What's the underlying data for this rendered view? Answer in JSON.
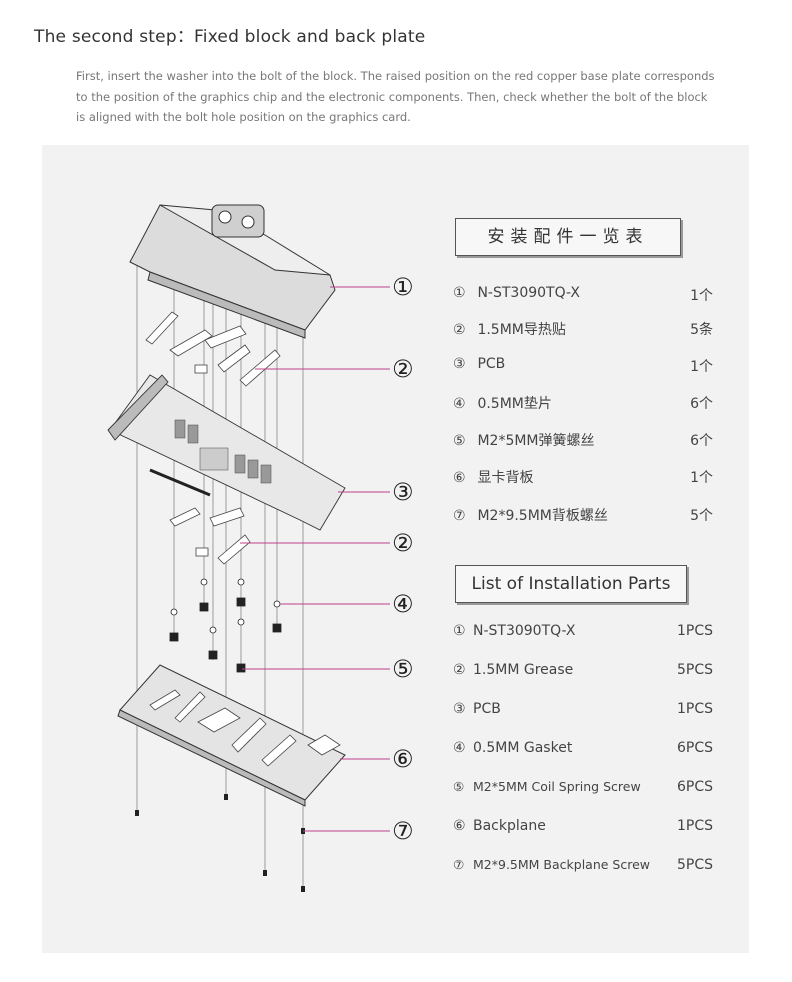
{
  "title": "The second step：Fixed block and back plate",
  "intro": "First, insert the washer into the bolt of the block. The raised position on the red copper base plate corresponds to the position of the graphics chip and the electronic components. Then, check whether the bolt of the block is aligned with the bolt hole position on the graphics card.",
  "callouts": [
    "①",
    "②",
    "③",
    "②",
    "④",
    "⑤",
    "⑥",
    "⑦"
  ],
  "parts_cn_title": "安装配件一览表",
  "parts_cn": [
    {
      "num": "①",
      "name": "N-ST3090TQ-X",
      "qty": "1个"
    },
    {
      "num": "②",
      "name": "1.5MM导热贴",
      "qty": "5条"
    },
    {
      "num": "③",
      "name": "PCB",
      "qty": "1个"
    },
    {
      "num": "④",
      "name": "0.5MM垫片",
      "qty": "6个"
    },
    {
      "num": "⑤",
      "name": "M2*5MM弹簧螺丝",
      "qty": "6个"
    },
    {
      "num": "⑥",
      "name": "显卡背板",
      "qty": "1个"
    },
    {
      "num": "⑦",
      "name": "M2*9.5MM背板螺丝",
      "qty": "5个"
    }
  ],
  "parts_en_title": "List of Installation Parts",
  "parts_en": [
    {
      "num": "①",
      "name": "N-ST3090TQ-X",
      "qty": "1PCS"
    },
    {
      "num": "②",
      "name": "1.5MM Grease",
      "qty": "5PCS"
    },
    {
      "num": "③",
      "name": "PCB",
      "qty": "1PCS"
    },
    {
      "num": "④",
      "name": "0.5MM Gasket",
      "qty": "6PCS"
    },
    {
      "num": "⑤",
      "name": "M2*5MM Coil Spring Screw",
      "qty": "6PCS"
    },
    {
      "num": "⑥",
      "name": "Backplane",
      "qty": "1PCS"
    },
    {
      "num": "⑦",
      "name": "M2*9.5MM Backplane Screw",
      "qty": "5PCS"
    }
  ],
  "colors": {
    "callout_line": "#c0408a",
    "panel": "#f2f2f2"
  }
}
